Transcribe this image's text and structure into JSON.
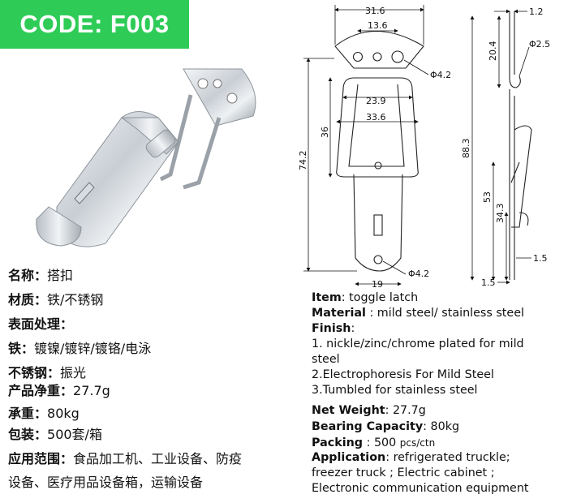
{
  "code": "CODE: F003",
  "dimensions": {
    "top_width": "31.6",
    "hole_spacing": "13.6",
    "hole_dia_top": "Φ4.2",
    "inner_width": "23.9",
    "outer_width": "33.6",
    "bail_height": "36",
    "total_height": "74.2",
    "bottom_width": "19",
    "hole_dia_bottom": "Φ4.2",
    "plate_thickness": "1.2",
    "hook_height": "20.4",
    "hook_dia": "Φ2.5",
    "side_height": "88.3",
    "height_53": "53",
    "height_34": "34.3",
    "thickness_right": "1.5",
    "thickness_bottom": "1.5"
  },
  "chinese": {
    "name_label": "名称：",
    "name_value": "搭扣",
    "material_label": "材质：",
    "material_value": "铁/不锈钢",
    "finish_label": "表面处理：",
    "iron_label": "铁：",
    "iron_value": "镀镍/镀锌/镀铬/电泳",
    "ss_label": "不锈钢：",
    "ss_value": "振光",
    "weight_label": "产品净重：",
    "weight_value": "27.7g",
    "load_label": "承重：",
    "load_value": "80kg",
    "pack_label": "包装：",
    "pack_value": "500套/箱",
    "app_label": "应用范围：",
    "app_value_1": "食品加工机、工业设备、防疫",
    "app_value_2": "设备、医疗用品设备箱，运输设备"
  },
  "english": {
    "item_label": "Item",
    "item_value": ": toggle latch",
    "material_label": "Material",
    "material_value": " : mild steel/ stainless steel",
    "finish_label": "Finish",
    "finish_colon": ":",
    "finish_1a": "1. nickle/zinc/chrome plated for mild",
    "finish_1b": "steel",
    "finish_2": "2.Electrophoresis For Mild Steel",
    "finish_3": "3.Tumbled for stainless steel",
    "weight_label": "Net Weight",
    "weight_value": ": 27.7g",
    "bearing_label": "Bearing Capacity",
    "bearing_value": ": 80kg",
    "packing_label": "Packing",
    "packing_value": " : 500 ",
    "packing_unit": "pcs/ctn",
    "app_label": "Application",
    "app_value": ": refrigerated truckle;",
    "app_2": "freezer truck ; Electric cabinet ;",
    "app_3": "Electronic communication equipment"
  }
}
